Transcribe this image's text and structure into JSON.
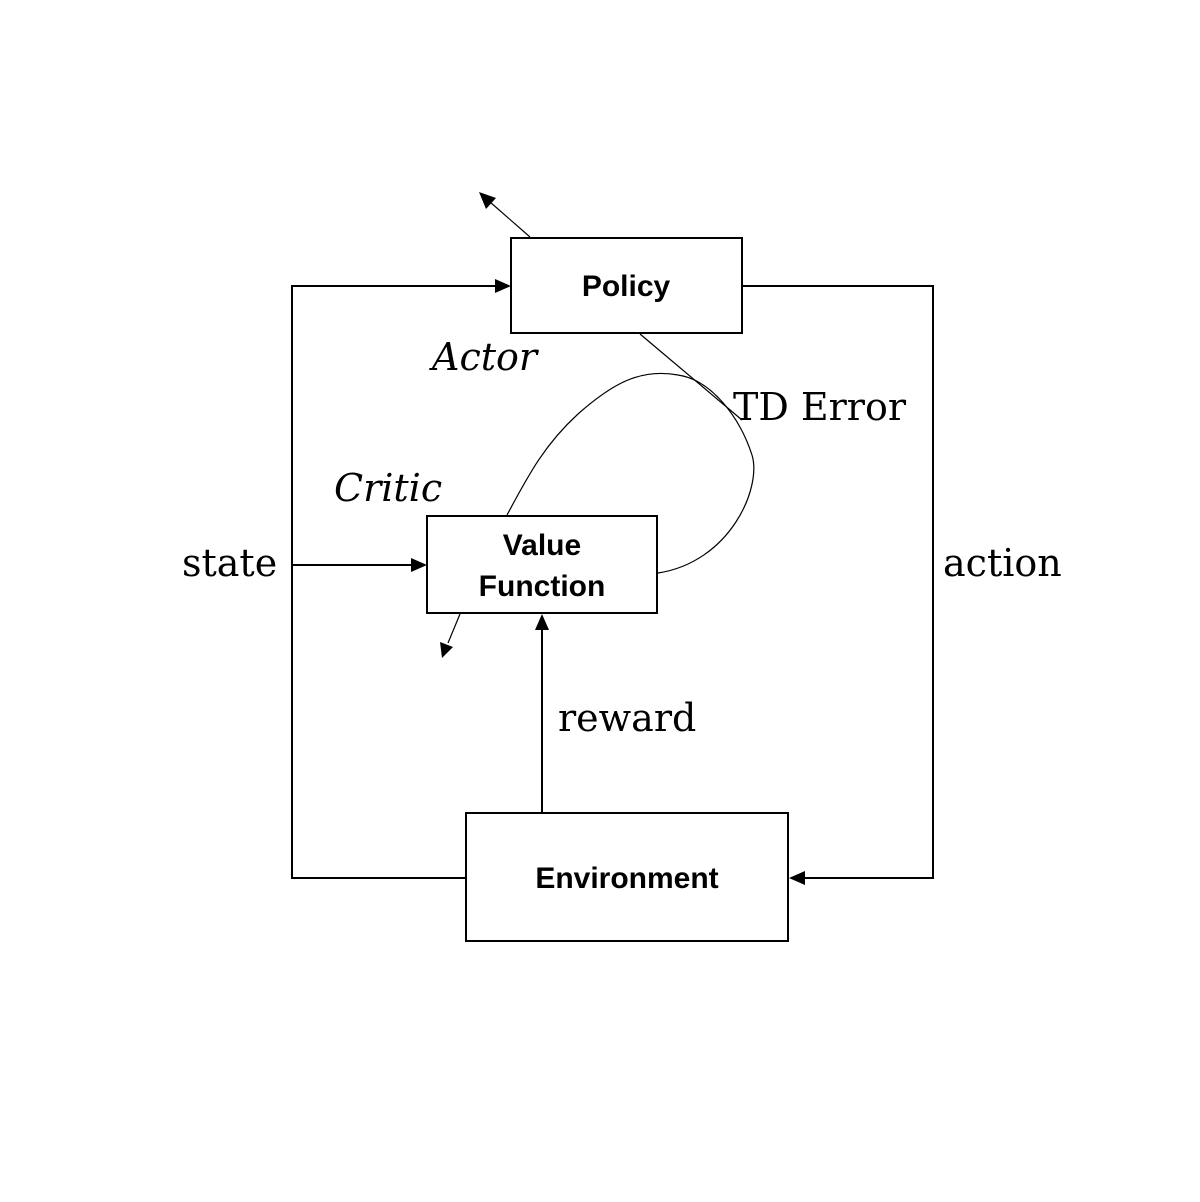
{
  "nodes": {
    "policy": "Policy",
    "value_function_line1": "Value",
    "value_function_line2": "Function",
    "environment": "Environment"
  },
  "labels": {
    "actor": "Actor",
    "critic": "Critic",
    "td_error": "TD Error",
    "state": "state",
    "action": "action",
    "reward": "reward"
  }
}
